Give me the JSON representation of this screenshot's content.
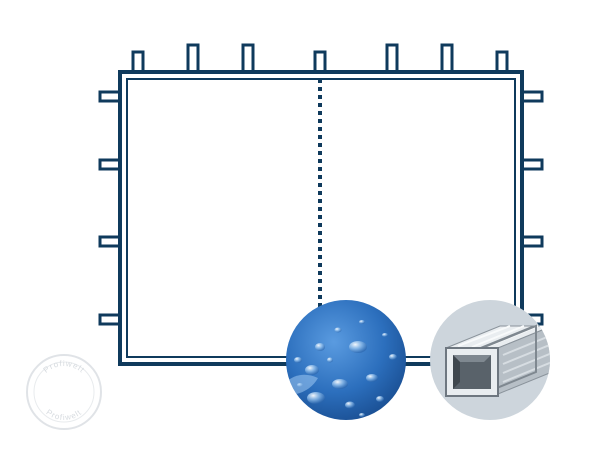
{
  "illustration": {
    "colors": {
      "frame": "#0f3a5c",
      "background": "#ffffff",
      "water_dark": "#1f5fa8",
      "water_light": "#5a9be0",
      "metal_bg": "#cfd6dc",
      "metal_face": "#eef1f3",
      "metal_shade": "#9aa3ab",
      "metal_edge": "#6e7780",
      "watermark": "#d9dde1"
    },
    "icons": [
      "tent-side-wall-diagram",
      "water-droplets-fabric-icon",
      "square-steel-tube-icon",
      "round-stamp-watermark"
    ],
    "watermark": {
      "text_top": "Profiwelt",
      "text_bottom": "Profiwelt"
    }
  }
}
